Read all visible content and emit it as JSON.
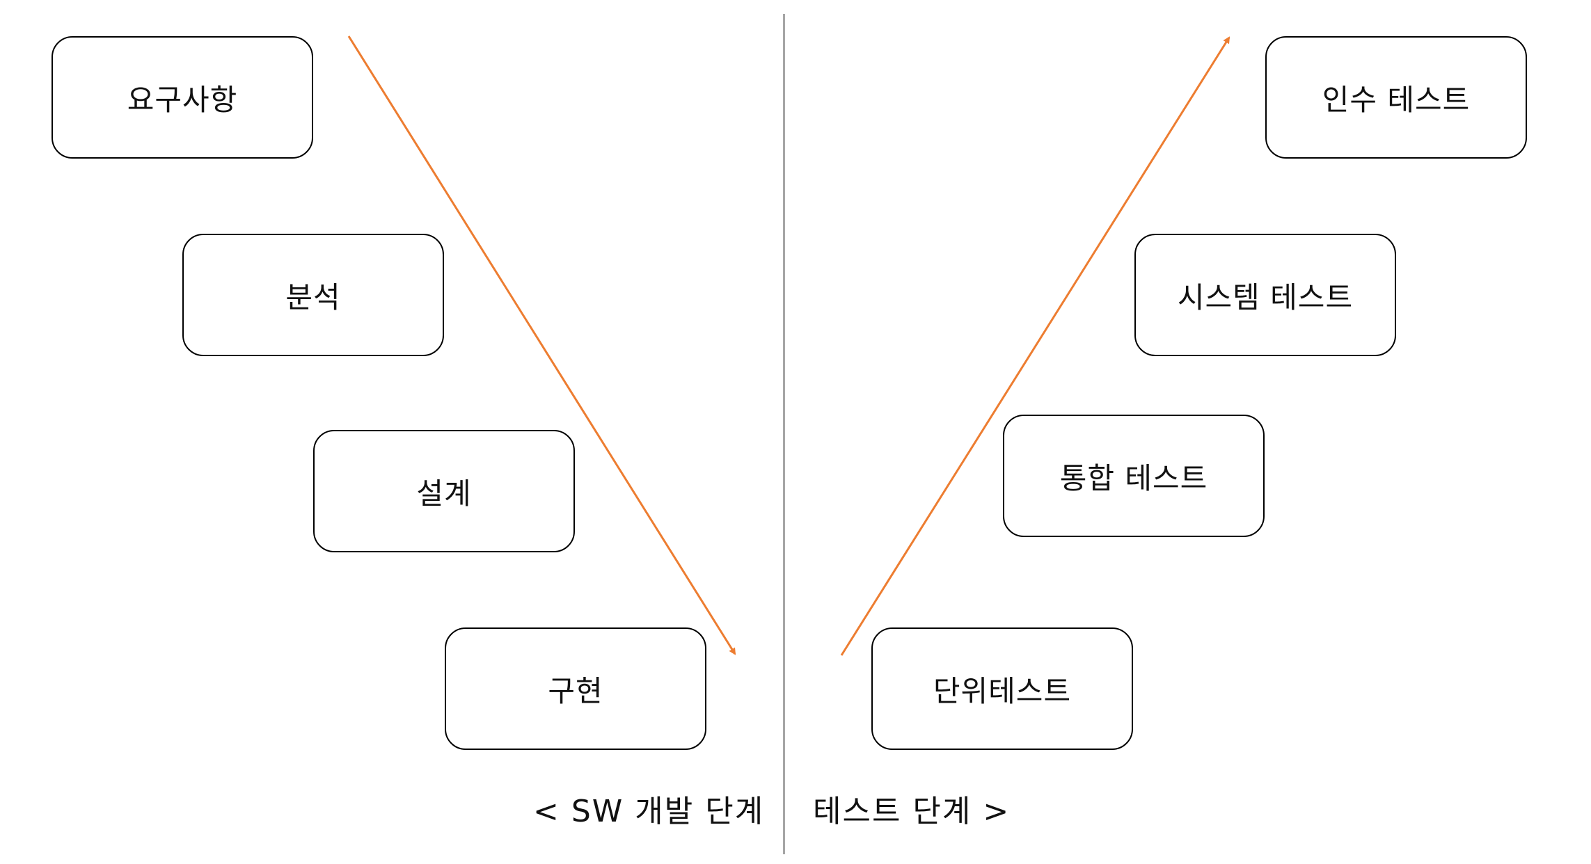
{
  "development": {
    "stages": [
      "요구사항",
      "분석",
      "설계",
      "구현"
    ],
    "label": "< SW 개발 단계"
  },
  "testing": {
    "stages": [
      "단위테스트",
      "통합 테스트",
      "시스템 테스트",
      "인수 테스트"
    ],
    "label": "테스트 단계 >"
  },
  "colors": {
    "arrow": "#ED7D31",
    "divider": "#A6A6A6",
    "box_border": "#000000"
  }
}
